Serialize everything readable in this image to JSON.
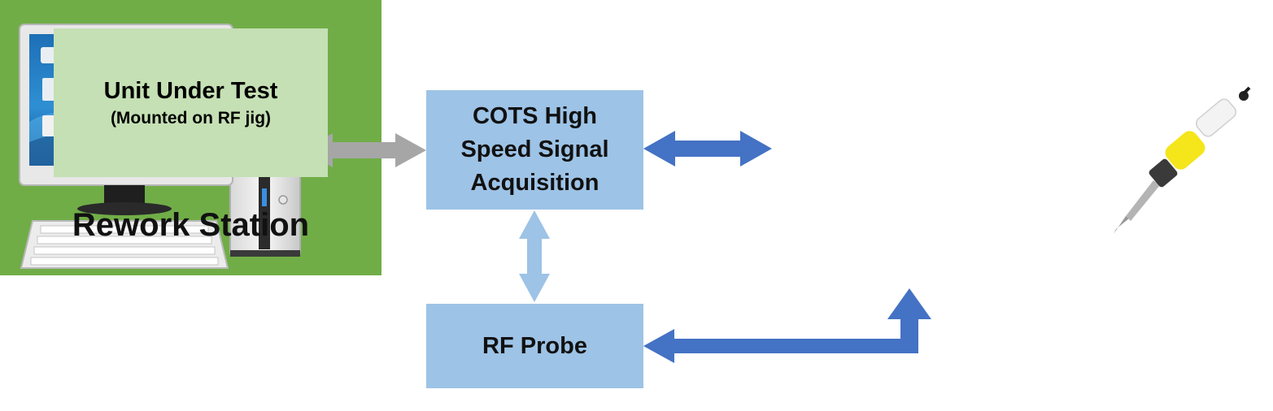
{
  "blocks": {
    "cots": {
      "line1": "COTS High",
      "line2": "Speed Signal",
      "line3": "Acquisition"
    },
    "rf_probe": {
      "label": "RF Probe"
    },
    "rework_station": {
      "label": "Rework Station"
    },
    "unit_under_test": {
      "title": "Unit Under Test",
      "subtitle": "(Mounted on RF jig)"
    }
  },
  "images": {
    "computer": "desktop-computer-illustration",
    "soldering_iron": "soldering-iron-photo"
  },
  "colors": {
    "acquisition_box": "#9dc3e6",
    "rework_station": "#70ad47",
    "unit_under_test": "#c5e0b4",
    "arrow_gray": "#a6a6a6",
    "arrow_blue": "#4472c4",
    "arrow_light_blue": "#9dc3e6",
    "soldering_handle": "#f5e51b"
  }
}
